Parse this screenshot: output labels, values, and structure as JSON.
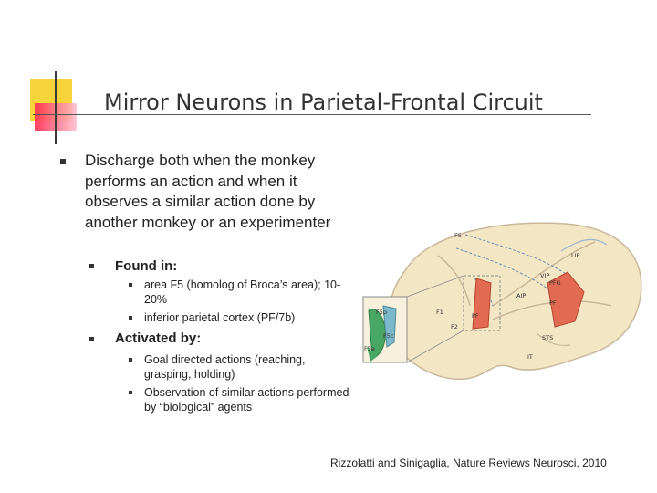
{
  "slide": {
    "title": "Mirror Neurons in Parietal-Frontal Circuit",
    "bullet1": "Discharge both when the monkey performs an action and when it observes a similar action done by another monkey or an experimenter",
    "found_in": {
      "label": "Found in:",
      "items": [
        "area F5 (homolog of Broca’s area); 10-20%",
        "inferior parietal cortex (PF/7b)"
      ]
    },
    "activated_by": {
      "label": "Activated by:",
      "items": [
        "Goal directed actions (reaching, grasping, holding)",
        "Observation of similar actions performed by “biological” agents"
      ]
    },
    "citation": "Rizzolatti and Sinigaglia, Nature Reviews Neurosci, 2010"
  },
  "figure": {
    "labels": {
      "f5": "F5",
      "f5c": "F5c",
      "f5p": "F5p",
      "f5a": "F5a",
      "f2": "F2",
      "f1": "F1",
      "pf": "PF",
      "pfg": "PFG",
      "vip": "VIP",
      "lip": "LIP",
      "aip": "AIP",
      "pf_right": "PF",
      "sts": "STS",
      "it": "IT"
    },
    "colors": {
      "brain": "#f2e6c4",
      "outline": "#c9b79a",
      "red_area": "#e36a52",
      "green_area": "#49a765",
      "box": "#8a8a8a",
      "dash": "#6e8fb0"
    }
  }
}
